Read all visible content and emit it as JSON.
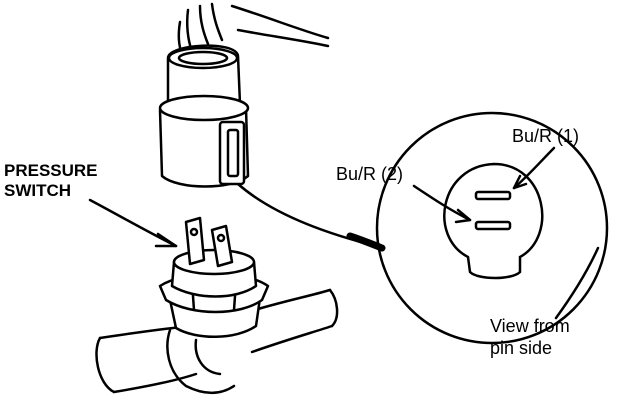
{
  "labels": {
    "pressure_switch_line1": "PRESSURE",
    "pressure_switch_line2": "SWITCH",
    "pin1": "Bu/R (1)",
    "pin2": "Bu/R (2)",
    "view_line1": "View from",
    "view_line2": "pin side"
  },
  "colors": {
    "ink": "#000000",
    "paper": "#ffffff"
  }
}
